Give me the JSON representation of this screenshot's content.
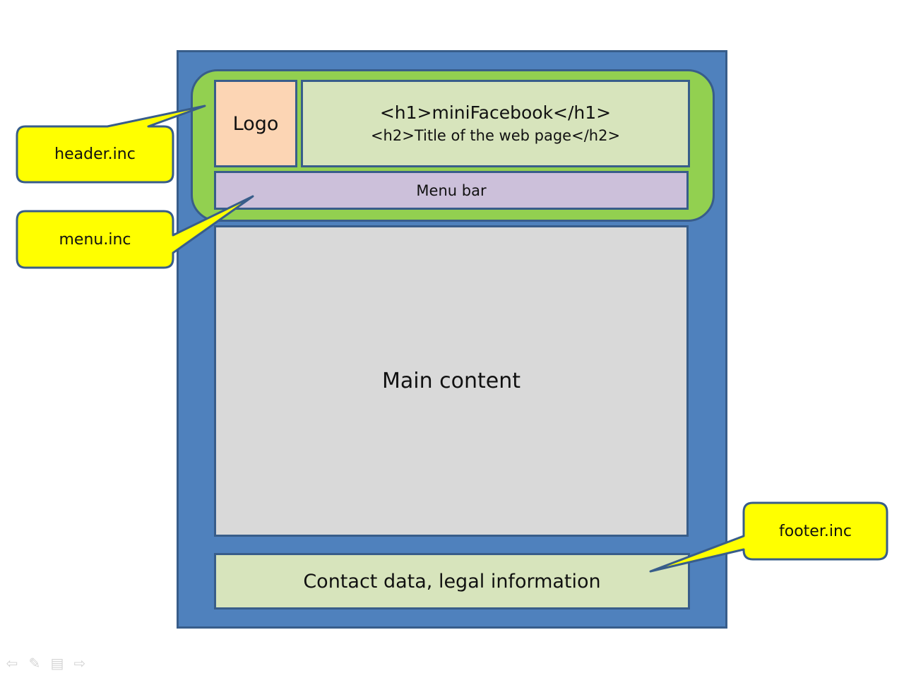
{
  "diagram": {
    "title": "miniFacebook page layout",
    "colors": {
      "page_frame": "#4f81bd",
      "border": "#385d8a",
      "header_region": "#92d050",
      "logo": "#fcd5b4",
      "title_box": "#d7e4bc",
      "menu_bar": "#ccc0da",
      "main_content": "#d9d9d9",
      "footer": "#d7e4bc",
      "callout": "#ffff00"
    },
    "blocks": {
      "logo": "Logo",
      "h1": "<h1>miniFacebook</h1>",
      "h2": "<h2>Title of the web page</h2>",
      "menu_bar": "Menu bar",
      "main_content": "Main content",
      "footer": "Contact data, legal information"
    },
    "callouts": [
      {
        "id": "header",
        "label": "header.inc",
        "points_to": "header region"
      },
      {
        "id": "menu",
        "label": "menu.inc",
        "points_to": "menu bar"
      },
      {
        "id": "footer",
        "label": "footer.inc",
        "points_to": "footer"
      }
    ]
  },
  "slide_nav": [
    {
      "icon": "arrow-left-icon",
      "glyph": "⇦"
    },
    {
      "icon": "pen-icon",
      "glyph": "✎"
    },
    {
      "icon": "menu-icon",
      "glyph": "▤"
    },
    {
      "icon": "arrow-right-icon",
      "glyph": "⇨"
    }
  ]
}
